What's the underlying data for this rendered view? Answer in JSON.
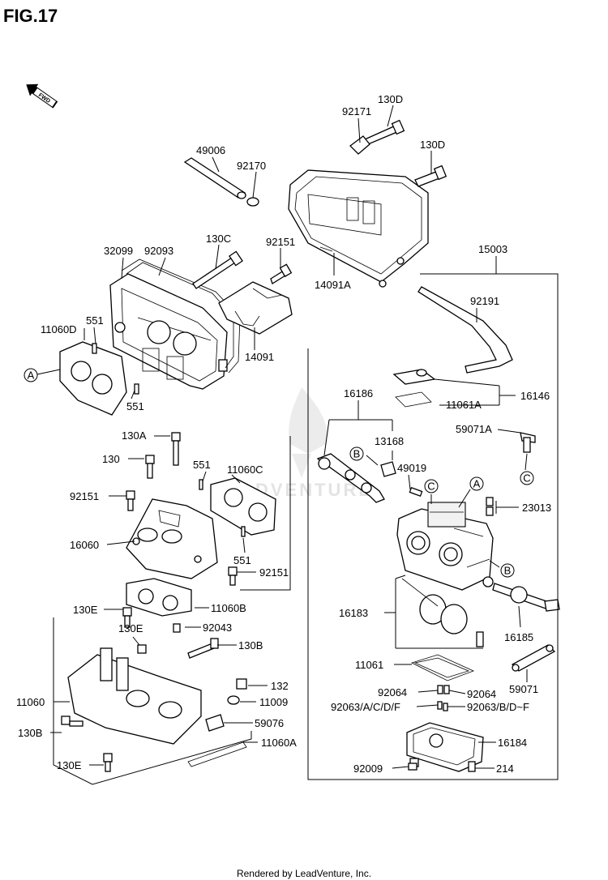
{
  "figure": {
    "title": "FIG.17",
    "direction_badge": "FWD",
    "watermark": "LEADVENTURE",
    "footer": "Rendered by LeadVenture, Inc."
  },
  "parts": [
    {
      "label": "130D"
    },
    {
      "label": "92171"
    },
    {
      "label": "130D"
    },
    {
      "label": "49006"
    },
    {
      "label": "92170"
    },
    {
      "label": "130C"
    },
    {
      "label": "92151"
    },
    {
      "label": "32099"
    },
    {
      "label": "92093"
    },
    {
      "label": "14091A"
    },
    {
      "label": "15003"
    },
    {
      "label": "551"
    },
    {
      "label": "11060D"
    },
    {
      "label": "14091"
    },
    {
      "label": "92191"
    },
    {
      "label": "551"
    },
    {
      "label": "16146"
    },
    {
      "label": "16186"
    },
    {
      "label": "11061A"
    },
    {
      "label": "59071A"
    },
    {
      "label": "130A"
    },
    {
      "label": "13168"
    },
    {
      "label": "130"
    },
    {
      "label": "551"
    },
    {
      "label": "11060C"
    },
    {
      "label": "49019"
    },
    {
      "label": "92151"
    },
    {
      "label": "23013"
    },
    {
      "label": "16060"
    },
    {
      "label": "551"
    },
    {
      "label": "92151"
    },
    {
      "label": "11060B"
    },
    {
      "label": "130E"
    },
    {
      "label": "16183"
    },
    {
      "label": "92043"
    },
    {
      "label": "130E"
    },
    {
      "label": "16185"
    },
    {
      "label": "130B"
    },
    {
      "label": "11061"
    },
    {
      "label": "59071"
    },
    {
      "label": "132"
    },
    {
      "label": "92064"
    },
    {
      "label": "92064"
    },
    {
      "label": "11060"
    },
    {
      "label": "11009"
    },
    {
      "label": "92063/A/C/D/F"
    },
    {
      "label": "92063/B/D~F"
    },
    {
      "label": "59076"
    },
    {
      "label": "130B"
    },
    {
      "label": "16184"
    },
    {
      "label": "11060A"
    },
    {
      "label": "130E"
    },
    {
      "label": "92009"
    },
    {
      "label": "214"
    }
  ],
  "references": [
    {
      "letter": "A"
    },
    {
      "letter": "B"
    },
    {
      "letter": "C"
    },
    {
      "letter": "C"
    },
    {
      "letter": "A"
    },
    {
      "letter": "B"
    },
    {
      "letter": "C"
    }
  ]
}
